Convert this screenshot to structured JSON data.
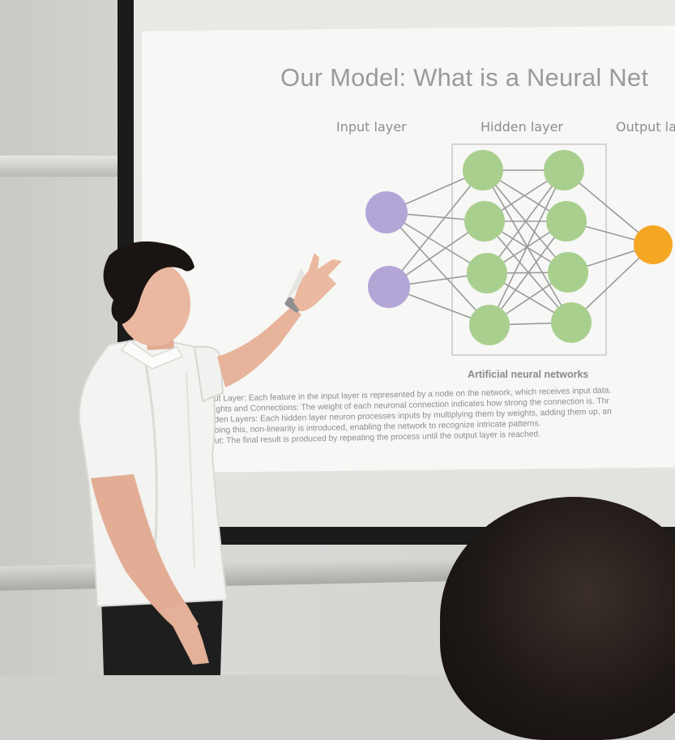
{
  "slide": {
    "title": "Our Model: What is a Neural Net",
    "labels": {
      "input": "Input layer",
      "hidden": "Hidden layer",
      "output": "Output la"
    },
    "caption": "Artificial neural networks",
    "notes": [
      "put Layer: Each feature in the input layer is represented by a node on the network, which receives input data.",
      "eights and Connections: The weight of each neuronal connection indicates how strong the connection is. Thr",
      "dden Layers: Each hidden layer neuron processes inputs by multiplying them by weights, adding them up, an",
      "doing this, non-linearity is introduced, enabling the network to recognize intricate patterns.",
      "put: The final result is produced by repeating the process until the output layer is reached."
    ]
  },
  "colors": {
    "input_node": "#b3a5d6",
    "hidden_node": "#a9cf8e",
    "output_node": "#f5a623",
    "edge": "#9a9a9a"
  },
  "network": {
    "input_nodes": 2,
    "hidden_layers": 2,
    "hidden_nodes_per_layer": 4,
    "output_nodes": 1
  }
}
